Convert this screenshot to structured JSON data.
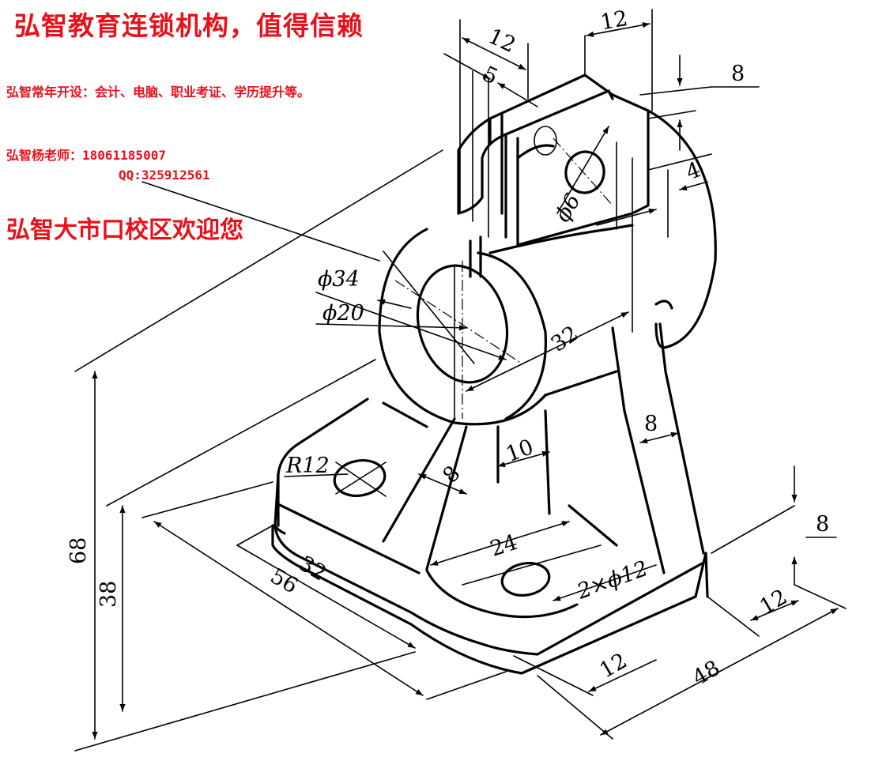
{
  "ad": {
    "title": "弘智教育连锁机构，值得信赖",
    "courses": "弘智常年开设：会计、电脑、职业考证、学历提升等。",
    "teacher": "弘智杨老师：18061185007",
    "qq": "QQ:325912561",
    "welcome": "弘智大市口校区欢迎您"
  },
  "dimensions": {
    "d_12_top_left": "12",
    "d_12_top_right": "12",
    "d_5": "5",
    "d_8_top": "8",
    "d_4": "4",
    "d_phi6": "ϕ6",
    "d_phi34": "ϕ34",
    "d_phi20": "ϕ20",
    "d_32_upper": "32",
    "d_8_rib_right": "8",
    "d_10": "10",
    "d_8_rib_left": "8",
    "d_R12": "R12",
    "d_24": "24",
    "d_2xphi12": "2×ϕ12",
    "d_8_base": "8",
    "d_12_base_right": "12",
    "d_32_lower": "32",
    "d_56": "56",
    "d_12_bottom": "12",
    "d_48": "48",
    "d_68": "68",
    "d_38": "38"
  }
}
